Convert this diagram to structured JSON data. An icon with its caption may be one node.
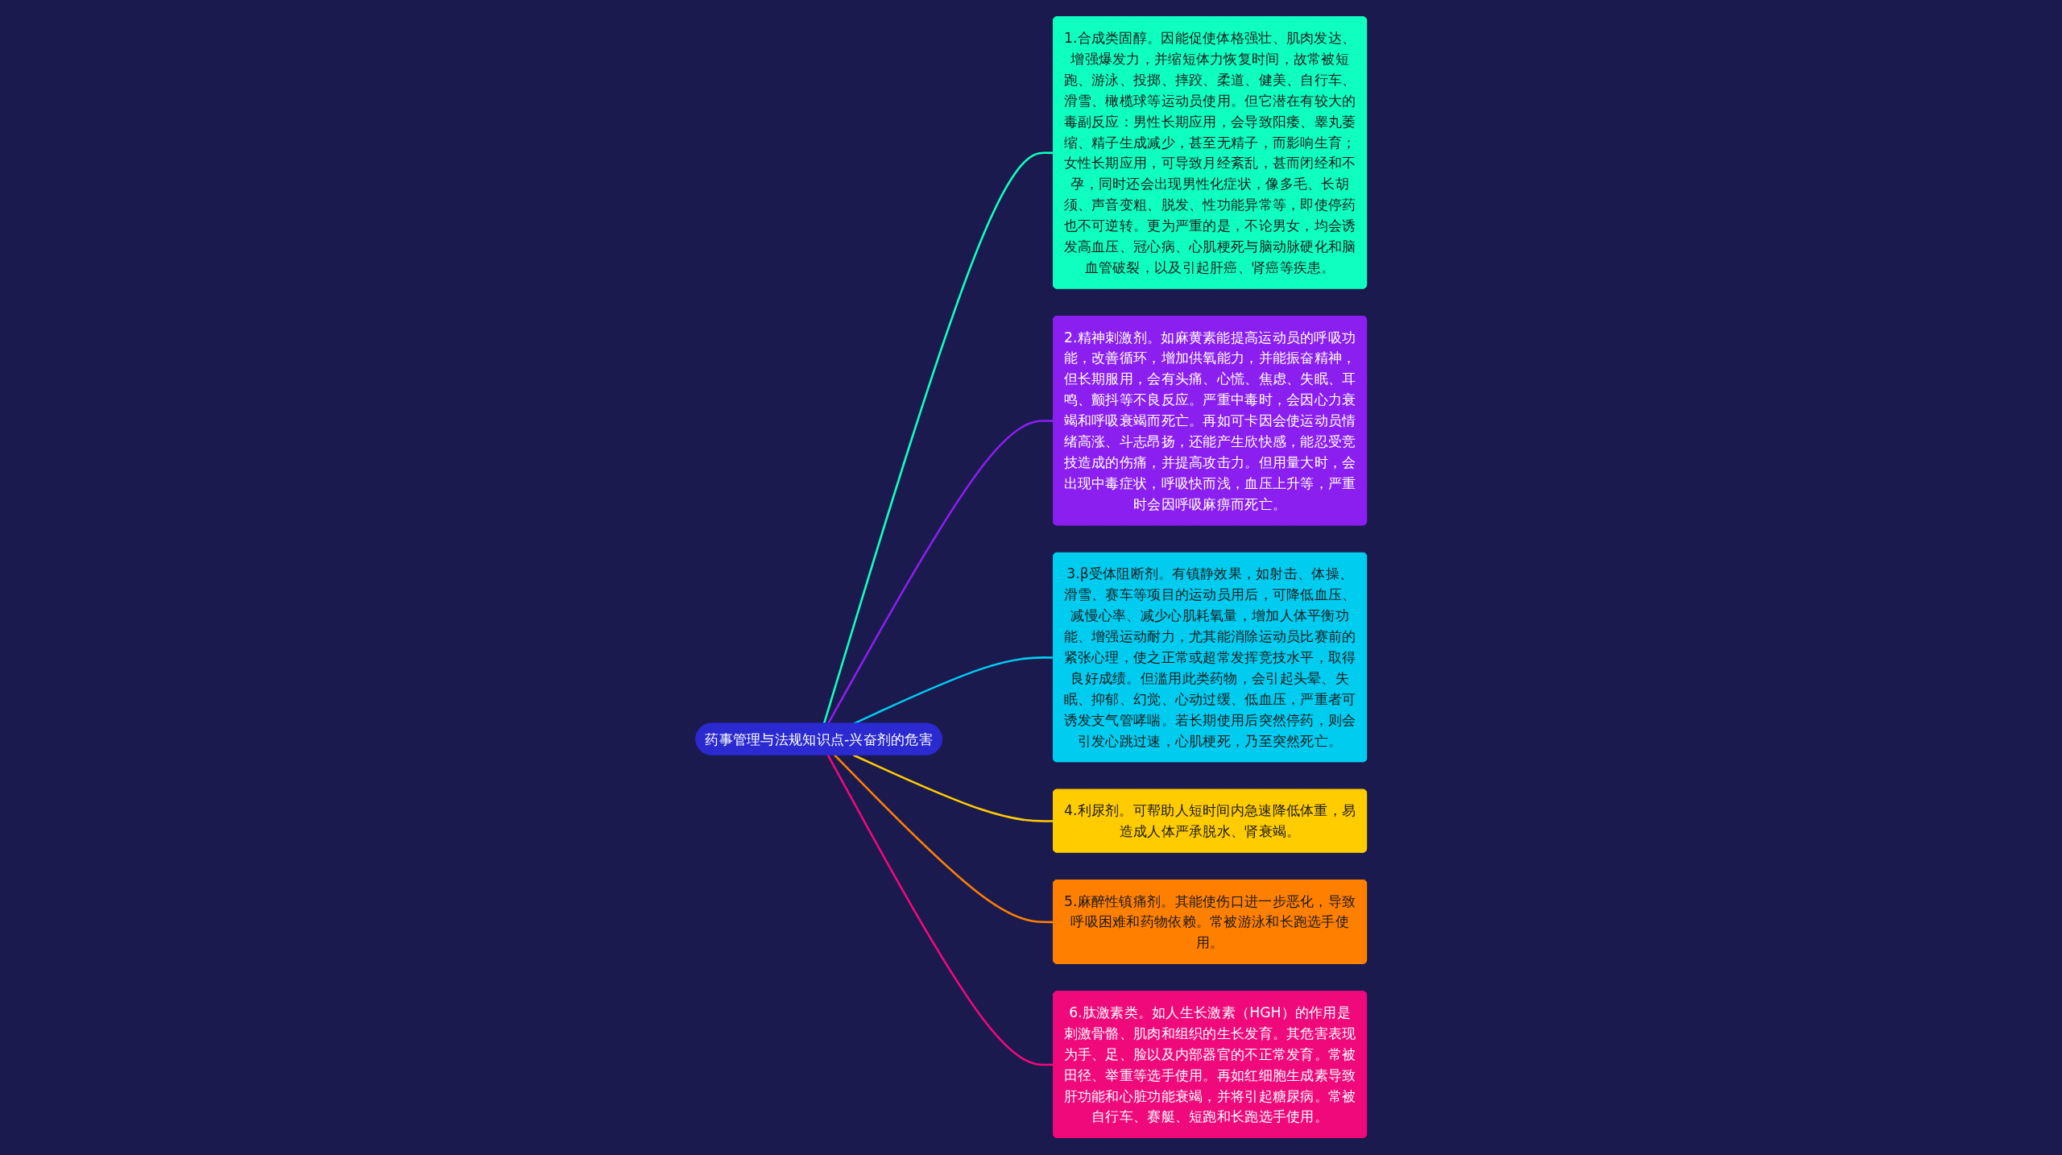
{
  "diagram": {
    "nodes": [
      {
        "text": [
          "药事管理与法规知识点-兴奋剂的危害"
        ]
      },
      {
        "text": [
          "1.合成类固醇。因能促使体格强壮、肌肉发达、增强爆发力，并缩短体力恢复时间，故常被短跑、游泳、投掷、摔跤、柔道、健美、自行车、滑雪、橄榄球等运动员使用。但它潜在有较大的毒副反应：男性长期应用，会导致阳痿、睾丸萎缩、精子生成减少，甚至无精子，而影响生育；女性长期应用，可导致月经紊乱，甚而闭经和不孕，同时还会出现男性化症状，像多毛、长胡须、声音变粗、脱发、性功能异常等，即使停药也不可逆转。更为严重的是，不论男女，均会诱发高血压、冠心病、心肌梗死与脑动脉硬化和脑血管破裂，以及引起肝癌、肾癌等疾患。"
        ]
      },
      {
        "text": [
          "2.精神刺激剂。如麻黄素能提高运动员的呼吸功能，改善循环，增加供氧能力，并能振奋精神，但长期服用，会有头痛、心慌、焦虑、失眠、耳鸣、颤抖等不良反应。严重中毒时，会因心力衰竭和呼吸衰竭而死亡。再如可卡因会使运动员情绪高涨、斗志昂扬，还能产生欣快感，能忍受竞技造成的伤痛，并提高攻击力。但用量大时，会出现中毒症状，呼吸快而浅，血压上升等，严重时会因呼吸麻痹而死亡。"
        ]
      },
      {
        "text": [
          "3.β受体阻断剂。有镇静效果，如射击、体操、滑雪、赛车等项目的运动员用后，可降低血压、减慢心率、减少心肌耗氧量，增加人体平衡功能、增强运动耐力，尤其能消除运动员比赛前的紧张心理，使之正常或超常发挥竞技水平，取得良好成绩。但滥用此类药物，会引起头晕、失眠、抑郁、幻觉、心动过缓、低血压，严重者可诱发支气管哮喘。若长期使用后突然停药，则会引发心跳过速，心肌梗死，乃至突然死亡。"
        ]
      },
      {
        "text": [
          "4.利尿剂。可帮助人短时间内急速降低体重，易造成人体严承脱水、肾衰竭。"
        ]
      },
      {
        "text": [
          "5.麻醉性镇痛剂。其能使伤口进一步恶化，导致呼吸困难和药物依赖。常被游泳和长跑选手使用。"
        ]
      },
      {
        "text": [
          "6.肽激素类。如人生长激素（HGH）的作用是刺激骨骼、肌肉和组织的生长发育。其危害表现为手、足、脸以及内部器官的不正常发育。常被田径、举重等选手使用。再如红细胞生成素导致肝功能和心脏功能衰竭，并将引起糖尿病。常被自行车、赛艇、短跑和长跑选手使用。"
        ]
      }
    ],
    "edges": [
      {
        "from": 0,
        "to": 1,
        "arrow": "none",
        "color": "#0fffc0"
      },
      {
        "from": 0,
        "to": 2,
        "arrow": "none",
        "color": "#8a1ff0"
      },
      {
        "from": 0,
        "to": 3,
        "arrow": "none",
        "color": "#00ccf0"
      },
      {
        "from": 0,
        "to": 4,
        "arrow": "none",
        "color": "#ffcc00"
      },
      {
        "from": 0,
        "to": 5,
        "arrow": "none",
        "color": "#ff7f00"
      },
      {
        "from": 0,
        "to": 6,
        "arrow": "none",
        "color": "#f0097a"
      }
    ]
  }
}
